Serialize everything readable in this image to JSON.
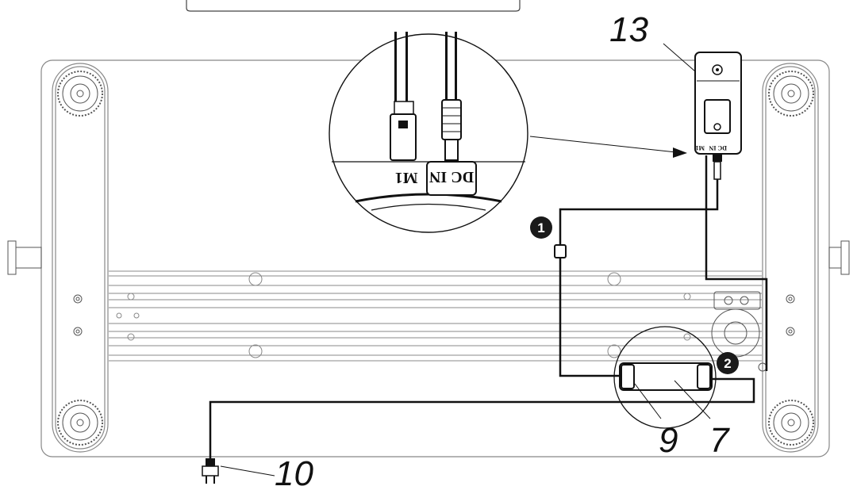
{
  "callouts": {
    "power_unit": "13",
    "plug": "10",
    "cable_clip": "9",
    "controller": "7"
  },
  "steps": {
    "first": "1",
    "second": "2"
  },
  "ports": {
    "m1": "M1",
    "dc_in": "DC IN"
  },
  "colors": {
    "line": "#111111",
    "frame": "#888888",
    "badge": "#1a1a1a"
  }
}
